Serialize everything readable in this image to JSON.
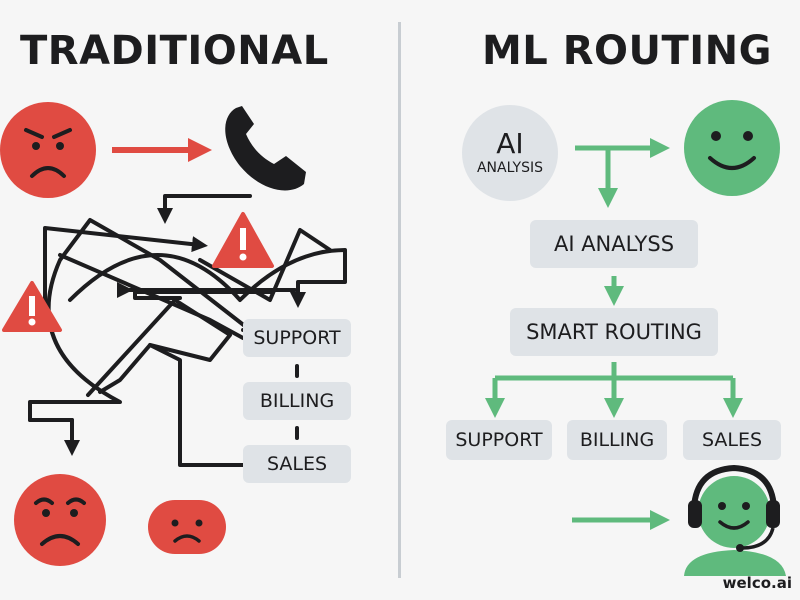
{
  "left": {
    "title": "TRADITIONAL",
    "departments": [
      "SUPPORT",
      "BILLING",
      "SALES"
    ]
  },
  "right": {
    "title": "ML ROUTING",
    "ai_circle": {
      "title": "AI",
      "subtitle": "ANALYSIS"
    },
    "analysis_label": "AI ANALYSS",
    "routing_label": "SMART ROUTING",
    "departments": [
      "SUPPORT",
      "BILLING",
      "SALES"
    ]
  },
  "brand": "welco.ai",
  "colors": {
    "red": "#e04b42",
    "green": "#5fba7d",
    "dark": "#1d1d1f",
    "box": "#dfe3e7"
  },
  "icons": [
    "angry-face-icon",
    "phone-icon",
    "warning-icon",
    "sad-face-icon",
    "smiley-face-icon",
    "headset-agent-icon"
  ]
}
